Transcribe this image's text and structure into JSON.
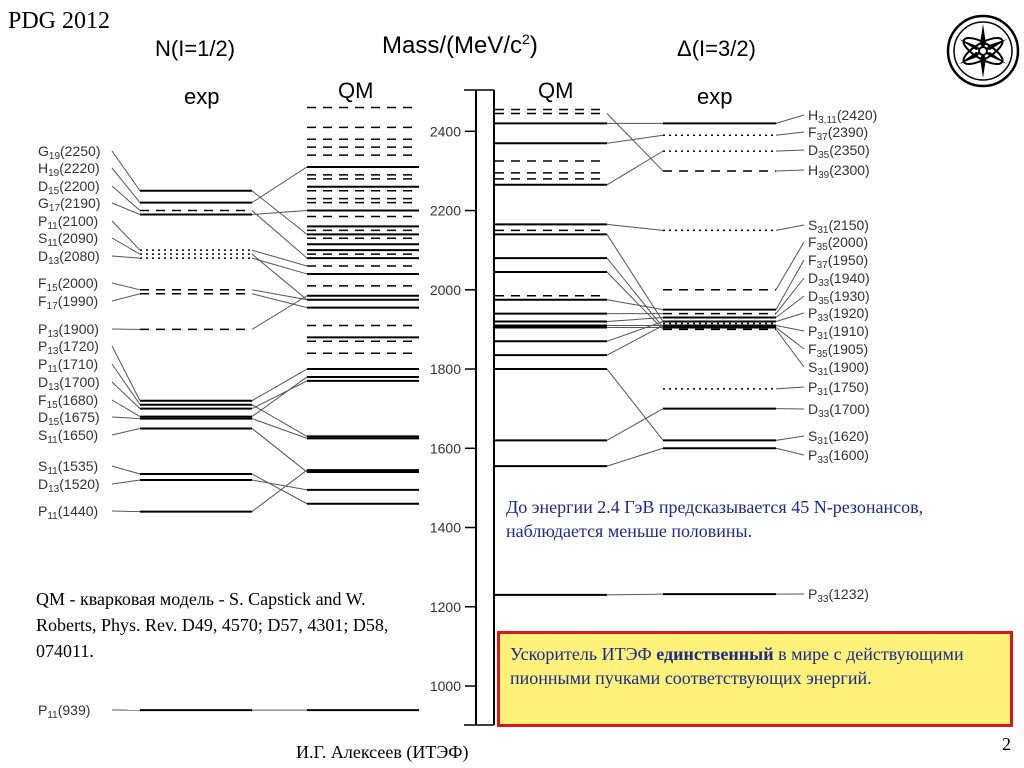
{
  "header": {
    "pdg": "PDG 2012",
    "n_title": "N(I=1/2)",
    "n_exp": "exp",
    "n_qm": "QM",
    "mass_title": "Mass/(MeV/c",
    "mass_sup": "2",
    "mass_close": ")",
    "d_qm": "QM",
    "d_title": "Δ(I=3/2)",
    "d_exp": "exp"
  },
  "axis": {
    "ticks": [
      1000,
      1200,
      1400,
      1600,
      1800,
      2000,
      2200,
      2400
    ]
  },
  "n_labels": [
    {
      "l": "G",
      "s": "19",
      "m": "(2250)"
    },
    {
      "l": "H",
      "s": "19",
      "m": "(2220)"
    },
    {
      "l": "D",
      "s": "15",
      "m": "(2200)"
    },
    {
      "l": "G",
      "s": "17",
      "m": "(2190)"
    },
    {
      "l": "P",
      "s": "11",
      "m": "(2100)"
    },
    {
      "l": "S",
      "s": "11",
      "m": "(2090)"
    },
    {
      "l": "D",
      "s": "13",
      "m": "(2080)"
    },
    {
      "l": "F",
      "s": "15",
      "m": "(2000)"
    },
    {
      "l": "F",
      "s": "17",
      "m": "(1990)"
    },
    {
      "l": "P",
      "s": "13",
      "m": "(1900)"
    },
    {
      "l": "P",
      "s": "13",
      "m": "(1720)"
    },
    {
      "l": "P",
      "s": "11",
      "m": "(1710)"
    },
    {
      "l": "D",
      "s": "13",
      "m": "(1700)"
    },
    {
      "l": "F",
      "s": "15",
      "m": "(1680)"
    },
    {
      "l": "D",
      "s": "15",
      "m": "(1675)"
    },
    {
      "l": "S",
      "s": "11",
      "m": "(1650)"
    },
    {
      "l": "S",
      "s": "11",
      "m": "(1535)"
    },
    {
      "l": "D",
      "s": "13",
      "m": "(1520)"
    },
    {
      "l": "P",
      "s": "11",
      "m": "(1440)"
    },
    {
      "l": "P",
      "s": "11",
      "m": "(939)"
    }
  ],
  "d_labels": [
    {
      "l": "H",
      "s": "3,11",
      "m": "(2420)"
    },
    {
      "l": "F",
      "s": "37",
      "m": "(2390)"
    },
    {
      "l": "D",
      "s": "35",
      "m": "(2350)"
    },
    {
      "l": "H",
      "s": "39",
      "m": "(2300)"
    },
    {
      "l": "S",
      "s": "31",
      "m": "(2150)"
    },
    {
      "l": "F",
      "s": "35",
      "m": "(2000)"
    },
    {
      "l": "F",
      "s": "37",
      "m": "(1950)"
    },
    {
      "l": "D",
      "s": "33",
      "m": "(1940)"
    },
    {
      "l": "D",
      "s": "35",
      "m": "(1930)"
    },
    {
      "l": "P",
      "s": "33",
      "m": "(1920)"
    },
    {
      "l": "P",
      "s": "31",
      "m": "(1910)"
    },
    {
      "l": "F",
      "s": "35",
      "m": "(1905)"
    },
    {
      "l": "S",
      "s": "31",
      "m": "(1900)"
    },
    {
      "l": "P",
      "s": "31",
      "m": "(1750)"
    },
    {
      "l": "D",
      "s": "33",
      "m": "(1700)"
    },
    {
      "l": "S",
      "s": "31",
      "m": "(1620)"
    },
    {
      "l": "P",
      "s": "33",
      "m": "(1600)"
    },
    {
      "l": "P",
      "s": "33",
      "m": "(1232)"
    }
  ],
  "n_exp_levels": {
    "solid": [
      939,
      1440,
      1520,
      1535,
      1650,
      1675,
      1680,
      1700,
      1710,
      1720,
      2190,
      2220,
      2250
    ],
    "dashed": [
      1900,
      1990,
      2000,
      2200
    ],
    "dotted": [
      2080,
      2090,
      2100
    ]
  },
  "n_qm_levels": {
    "solid": [
      939,
      1460,
      1495,
      1540,
      1545,
      1625,
      1630,
      1770,
      1780,
      1800,
      1880,
      1955,
      1975,
      1985,
      2040,
      2080,
      2100,
      2115,
      2140,
      2160,
      2200,
      2260,
      2310
    ],
    "dashed": [
      1840,
      1870,
      1910,
      2010,
      2060,
      2090,
      2130,
      2150,
      2185,
      2220,
      2230,
      2250,
      2280,
      2290,
      2340,
      2360,
      2380,
      2410,
      2460
    ]
  },
  "d_qm_levels": {
    "solid": [
      1230,
      1555,
      1620,
      1800,
      1835,
      1870,
      1905,
      1910,
      1920,
      1940,
      1975,
      2045,
      2080,
      2140,
      2165,
      2265,
      2370,
      2420
    ],
    "dashed": [
      1985,
      2150,
      2280,
      2295,
      2325,
      2445,
      2455
    ]
  },
  "d_exp_levels": {
    "solid": [
      1232,
      1600,
      1620,
      1700,
      1905,
      1910,
      1920,
      1930,
      1950,
      2420
    ],
    "dashed": [
      1900,
      1940,
      2000,
      2300
    ],
    "dotted": [
      1750,
      1915,
      2150,
      2350,
      2390
    ]
  },
  "notes": {
    "blue": "До энергии 2.4 ГэВ предсказывается 45 N-резонансов, наблюдается меньше половины.",
    "qm": "QM - кварковая модель - S. Capstick and W. Roberts, Phys. Rev. D49, 4570; D57, 4301; D58, 074011.",
    "box_a": "Ускоритель ИТЭФ ",
    "box_b": "единственный",
    "box_c": " в мире с действующими пионными пучками соответствующих энергий."
  },
  "footer": {
    "author": "И.Г. Алексеев (ИТЭФ)",
    "page": "2"
  },
  "icons": {
    "logo": "institute-logo-icon"
  },
  "colors": {
    "box_fill": "#fff27a",
    "box_border": "#e0141b",
    "note_text": "#1a2a8a"
  }
}
